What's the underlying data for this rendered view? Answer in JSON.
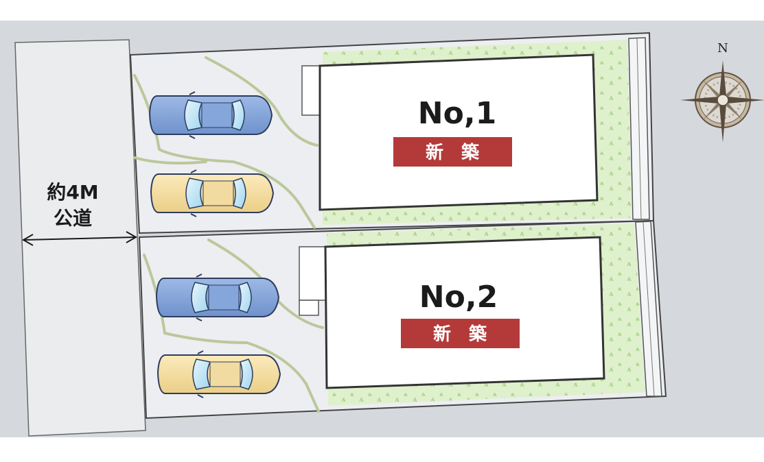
{
  "road": {
    "label_line1": "約4M",
    "label_line2": "公道"
  },
  "lots": [
    {
      "number": "No,1",
      "badge": "新　築"
    },
    {
      "number": "No,2",
      "badge": "新　築"
    }
  ],
  "compass": {
    "north_label": "N"
  },
  "colors": {
    "background": "#d5d9de",
    "road": "#ebecee",
    "lot_paving": "#eceef1",
    "lawn": "#dff0cc",
    "house": "#ffffff",
    "badge": "#b43a3a",
    "car_blue": "#8aabdd",
    "car_yellow": "#f4e0a7",
    "driveway_line": "#bcc79b"
  }
}
